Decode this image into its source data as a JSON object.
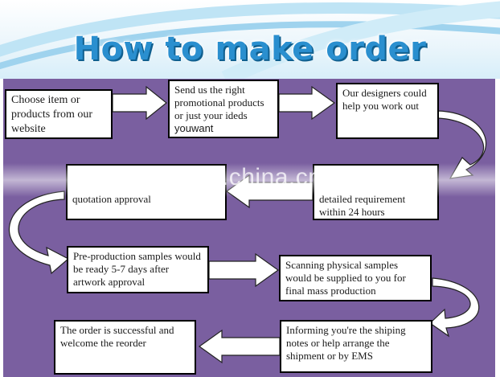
{
  "title": "How to make order",
  "watermark": "trade.china.cn",
  "steps": [
    {
      "text": "Choose item or products from our website"
    },
    {
      "text": "Send us the right promotional  products or just your ideds ",
      "suffix": "youwant"
    },
    {
      "text": "Our designers could help you work out"
    },
    {
      "text": "detailed requirement within 24 hours"
    },
    {
      "text": "quotation approval"
    },
    {
      "text": "Pre-production samples would be ready 5-7 days after artwork approval"
    },
    {
      "text": "Scanning physical samples would be supplied to you for final mass production"
    },
    {
      "text": "Informing you're the shiping notes or help arrange the shipment or by EMS"
    },
    {
      "text": "The order is successful and welcome the reorder"
    }
  ],
  "colors": {
    "title": "#2a8fcf",
    "panel": "#7a5fa0",
    "box_border": "#000000",
    "arrow_fill": "#ffffff"
  }
}
